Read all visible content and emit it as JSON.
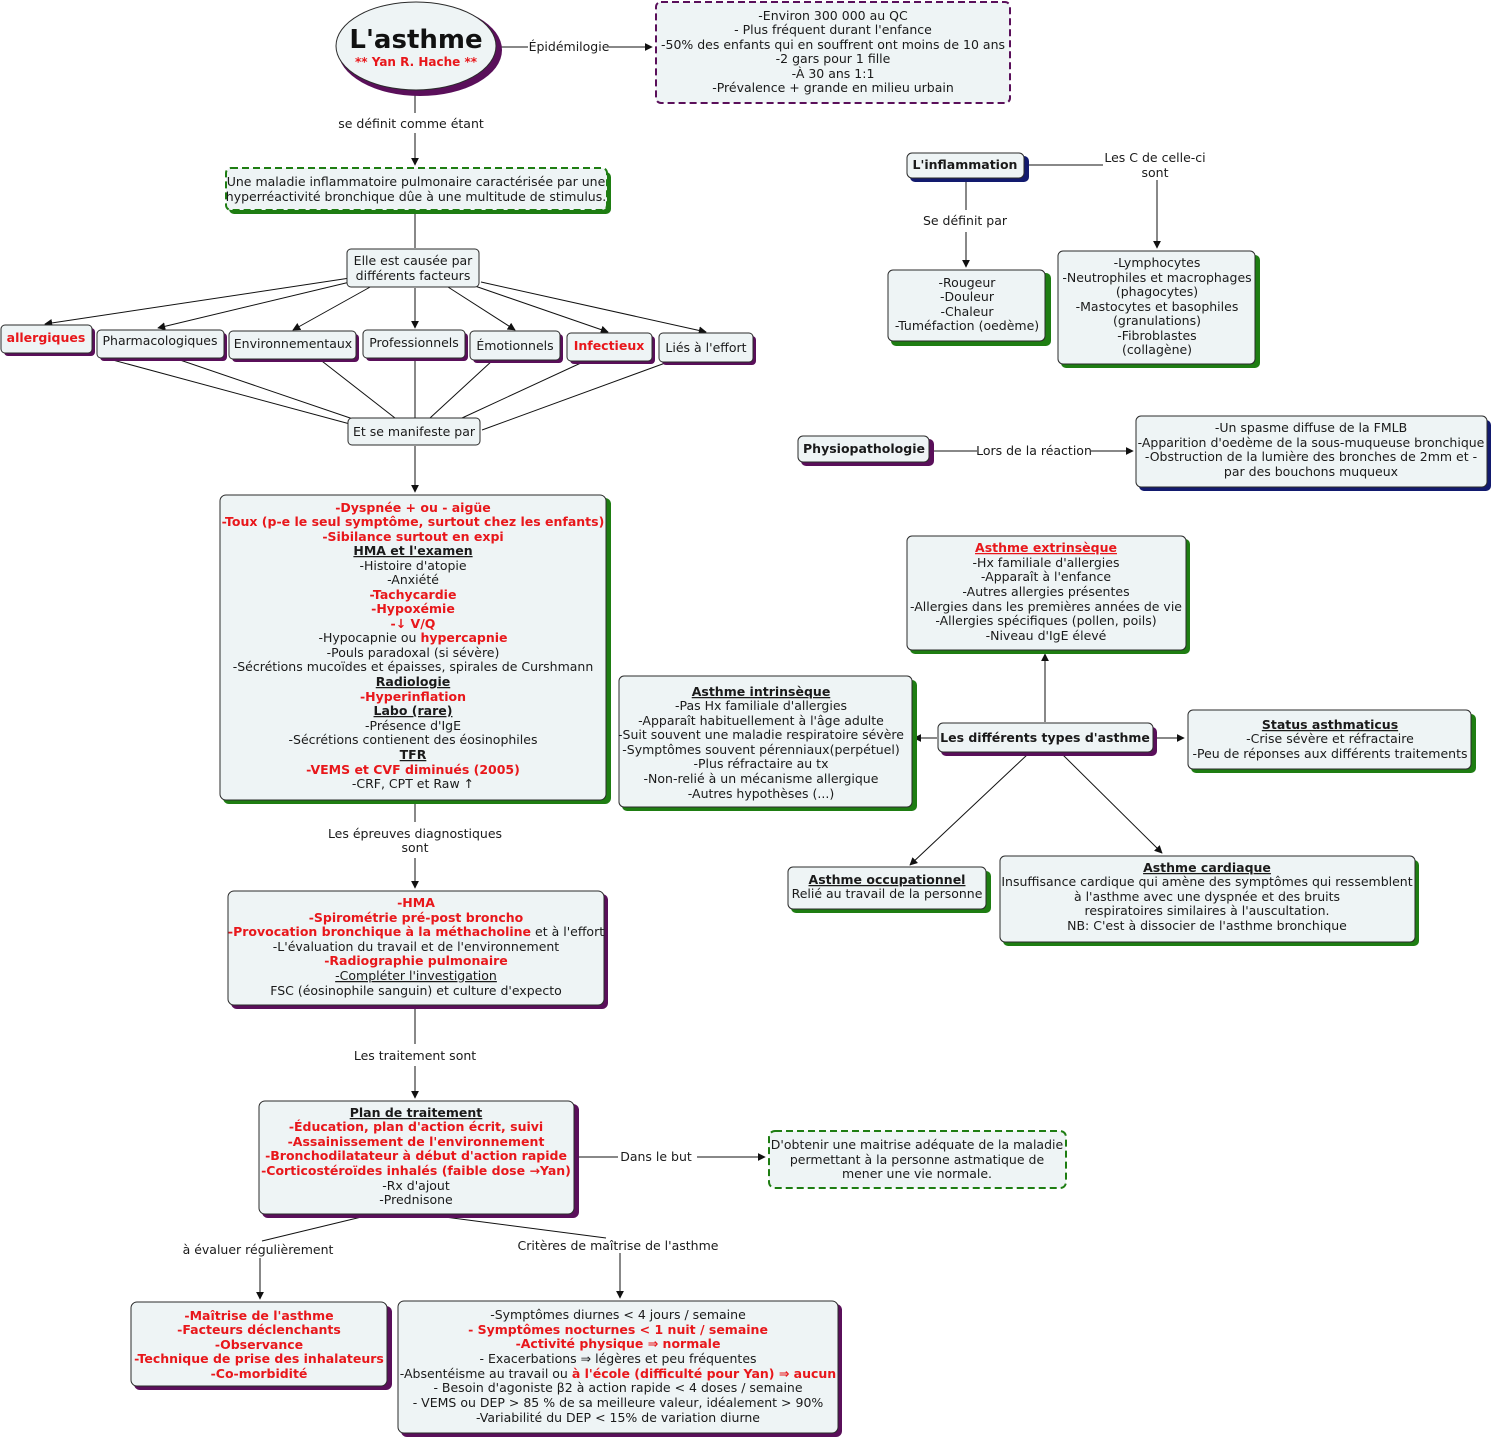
{
  "colors": {
    "green": "#1e7d12",
    "purple": "#5a0f5a",
    "navy": "#121a6e",
    "red": "#e8171b",
    "box": "#eef4f5"
  },
  "title": "L'asthme",
  "author": "** Yan R. Hache **",
  "links": {
    "epidemiologie": "Épidémilogie",
    "se_definit": "se définit comme étant",
    "epreuves": [
      "Les épreuves diagnostiques",
      "sont"
    ],
    "traitements": "Les traitement sont",
    "dans_le_but": "Dans le but",
    "evaluer": "à évaluer régulièrement",
    "criteres": "Critères de maîtrise de l'asthme",
    "les_c": [
      "Les C de celle-ci",
      "sont"
    ],
    "se_definit_par": "Se définit par",
    "lors_reaction": "Lors de la réaction"
  },
  "epidemiology": [
    "-Environ 300 000 au QC",
    "- Plus fréquent durant l'enfance",
    "-50% des enfants qui en souffrent ont moins de 10 ans",
    "-2 gars pour 1 fille",
    "-À 30 ans 1:1",
    "-Prévalence + grande en milieu urbain"
  ],
  "definition": [
    "Une maladie inflammatoire pulmonaire caractérisée par une",
    "hyperréactivité bronchique dûe à une multitude de stimulus."
  ],
  "causes_node": [
    "Elle est causée par",
    "différents facteurs"
  ],
  "factors": [
    "allergiques",
    "Pharmacologiques",
    "Environnementaux",
    "Professionnels",
    "Émotionnels",
    "Infectieux",
    "Liés à l'effort"
  ],
  "manifest_node": "Et se manifeste par",
  "symptoms": {
    "s1": "-Dyspnée + ou - aigüe",
    "s2": "-Toux (p-e le seul symptôme, surtout chez les enfants)",
    "s3": "-Sibilance surtout en expi",
    "hma_head": "HMA et l'examen",
    "h1": "-Histoire d'atopie",
    "h2": "-Anxiété",
    "h3": "-Tachycardie",
    "h4": "-Hypoxémie",
    "h5": "-↓ V/Q",
    "h6a": "-Hypocapnie ou ",
    "h6b": "hypercapnie",
    "h7": "-Pouls paradoxal (si sévère)",
    "h8": "-Sécrétions mucoïdes et épaisses, spirales de Curshmann",
    "radio_head": "Radiologie",
    "r1": "-Hyperinflation",
    "labo_head": "Labo (rare)",
    "l1": "-Présence d'IgE",
    "l2": "-Sécrétions contienent des éosinophiles",
    "tfr_head": "TFR",
    "t1": "-VEMS et CVF diminués (2005)",
    "t2": "-CRF, CPT et Raw ↑"
  },
  "diagnostics": {
    "d1": "-HMA",
    "d2": "-Spirométrie pré-post broncho",
    "d3a": "-Provocation bronchique à la méthacholine",
    "d3b": " et à l'effort",
    "d4": "-L'évaluation du travail et de l'environnement",
    "d5": "-Radiographie pulmonaire",
    "d6": "-Compléter l'investigation",
    "d7": "FSC (éosinophile sanguin) et culture d'expecto"
  },
  "treatment": {
    "head": "Plan de traitement",
    "p1": "-Éducation, plan d'action écrit, suivi",
    "p2": "-Assainissement de l'environnement",
    "p3": "-Bronchodilatateur à début d'action rapide",
    "p4": "-Corticostéroïdes inhalés (faible dose →Yan)",
    "p5": "-Rx d'ajout",
    "p6": "-Prednisone"
  },
  "goal": [
    "D'obtenir une maitrise adéquate de la maladie",
    "permettant à la personne astmatique de",
    "mener une vie normale."
  ],
  "evaluate": [
    "-Maîtrise de l'asthme",
    "-Facteurs déclenchants",
    "-Observance",
    "-Technique de prise des inhalateurs",
    "-Co-morbidité"
  ],
  "criteria": {
    "c1": "-Symptômes diurnes < 4 jours / semaine",
    "c2": "- Symptômes nocturnes < 1 nuit / semaine",
    "c3": "-Activité physique ⇒ normale",
    "c4": "- Exacerbations ⇒ légères et peu fréquentes",
    "c5a": "-Absentéisme au travail ou ",
    "c5b": "à l'école (difficulté pour Yan) ⇒ aucun",
    "c6": "- Besoin d'agoniste β2 à action rapide < 4 doses / semaine",
    "c7": "- VEMS ou DEP > 85 % de sa meilleure valeur, idéalement > 90%",
    "c8": "-Variabilité du DEP < 15% de variation diurne"
  },
  "inflammation": {
    "head": "L'inflammation",
    "signs": [
      "-Rougeur",
      "-Douleur",
      "-Chaleur",
      "-Tuméfaction (oedème)"
    ],
    "cells": [
      "-Lymphocytes",
      "-Neutrophiles et macrophages",
      "(phagocytes)",
      "-Mastocytes et basophiles",
      "(granulations)",
      "-Fibroblastes",
      "(collagène)"
    ]
  },
  "physio": {
    "head": "Physiopathologie",
    "items": [
      "-Un spasme diffuse de la FMLB",
      "-Apparition d'oedème de la sous-muqueuse bronchique",
      "-Obstruction de la lumière des bronches de 2mm et -",
      "par des bouchons muqueux"
    ]
  },
  "types": {
    "head": "Les différents types d'asthme",
    "extrinsic_head": "Asthme extrinsèque",
    "extrinsic": [
      "-Hx familiale d'allergies",
      "-Apparaît à l'enfance",
      "-Autres allergies présentes",
      "-Allergies dans les premières années de vie",
      "-Allergies spécifiques (pollen, poils)",
      "-Niveau d'IgE élevé"
    ],
    "intrinsic_head": "Asthme intrinsèque",
    "intrinsic": [
      "-Pas Hx familiale d'allergies",
      "-Apparaît habituellement à l'âge adulte",
      "-Suit souvent une maladie respiratoire sévère",
      "-Symptômes souvent pérenniaux(perpétuel)",
      "-Plus réfractaire au tx",
      "-Non-relié à un mécanisme allergique",
      "-Autres hypothèses (...)"
    ],
    "status_head": "Status asthmaticus",
    "status": [
      "-Crise sévère et réfractaire",
      "-Peu de réponses aux différents traitements"
    ],
    "occ_head": "Asthme occupationnel",
    "occ": [
      "Relié au travail de la personne"
    ],
    "card_head": "Asthme cardiaque",
    "card": [
      "Insuffisance cardique qui amène des symptômes qui ressemblent",
      "à l'asthme avec une dyspnée et des bruits",
      "respiratoires similaires à l'auscultation.",
      "NB: C'est à dissocier de l'asthme bronchique"
    ]
  }
}
